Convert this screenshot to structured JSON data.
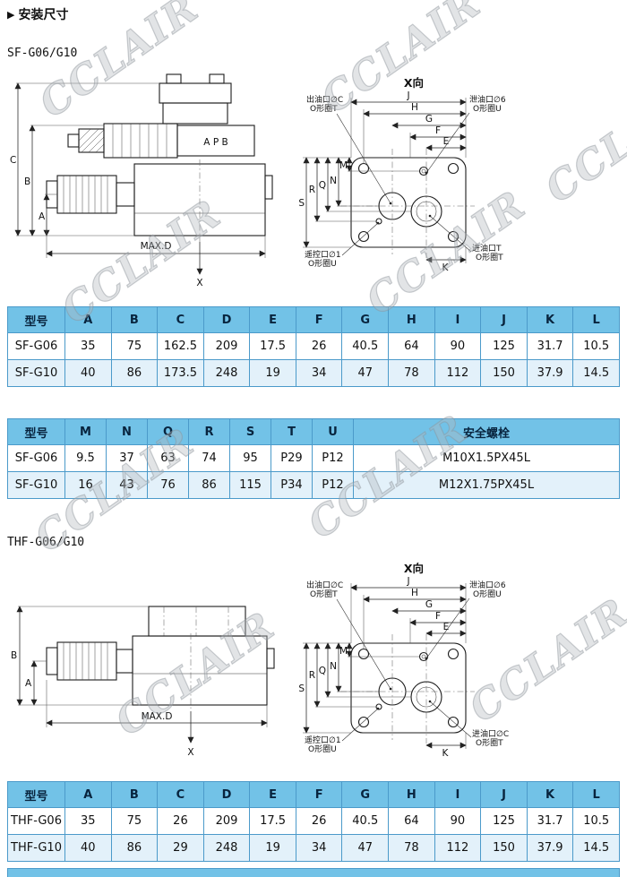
{
  "page": {
    "marker": "▶",
    "title": "安装尺寸",
    "watermark": "CCLAIR",
    "section1": "SF-G06/G10",
    "section2": "THF-G06/G10"
  },
  "drawing_sf": {
    "side": {
      "dim_c": "C",
      "dim_b": "B",
      "dim_a": "A",
      "max_d": "MAX.D",
      "x_label": "X",
      "ports_label": "A P B"
    },
    "face": {
      "view_label": "X向",
      "top_dims": [
        "J",
        "H",
        "G",
        "F",
        "E"
      ],
      "left_dims": [
        "S",
        "R",
        "Q",
        "N",
        "M"
      ],
      "bottom_dim": "K",
      "outlet_l1": "出油口∅C",
      "outlet_l2": "O形圈T",
      "drain_l1": "泄油口∅6",
      "drain_l2": "O形圈U",
      "remote_l1": "遥控口∅1",
      "remote_l2": "O形圈U",
      "inlet_l1": "进油口T",
      "inlet_l2": "O形圈T"
    }
  },
  "drawing_thf": {
    "side": {
      "dim_b": "B",
      "dim_a": "A",
      "max_d": "MAX.D",
      "x_label": "X"
    },
    "face": {
      "view_label": "X向",
      "top_dims": [
        "J",
        "H",
        "G",
        "F",
        "E"
      ],
      "left_dims": [
        "S",
        "R",
        "Q",
        "N",
        "M"
      ],
      "bottom_dim": "K",
      "outlet_l1": "出油口∅C",
      "outlet_l2": "O形圈T",
      "drain_l1": "泄油口∅6",
      "drain_l2": "O形圈U",
      "remote_l1": "遥控口∅1",
      "remote_l2": "O形圈U",
      "inlet_l1": "进油口∅C",
      "inlet_l2": "O形圈T"
    }
  },
  "table1": {
    "headers": [
      "型号",
      "A",
      "B",
      "C",
      "D",
      "E",
      "F",
      "G",
      "H",
      "I",
      "J",
      "K",
      "L"
    ],
    "rows": [
      [
        "SF-G06",
        "35",
        "75",
        "162.5",
        "209",
        "17.5",
        "26",
        "40.5",
        "64",
        "90",
        "125",
        "31.7",
        "10.5"
      ],
      [
        "SF-G10",
        "40",
        "86",
        "173.5",
        "248",
        "19",
        "34",
        "47",
        "78",
        "112",
        "150",
        "37.9",
        "14.5"
      ]
    ]
  },
  "table2": {
    "headers": [
      "型号",
      "M",
      "N",
      "Q",
      "R",
      "S",
      "T",
      "U",
      "安全螺栓"
    ],
    "rows": [
      [
        "SF-G06",
        "9.5",
        "37",
        "63",
        "74",
        "95",
        "P29",
        "P12",
        "M10X1.5PX45L"
      ],
      [
        "SF-G10",
        "16",
        "43",
        "76",
        "86",
        "115",
        "P34",
        "P12",
        "M12X1.75PX45L"
      ]
    ]
  },
  "table3": {
    "headers": [
      "型号",
      "A",
      "B",
      "C",
      "D",
      "E",
      "F",
      "G",
      "H",
      "I",
      "J",
      "K",
      "L"
    ],
    "rows": [
      [
        "THF-G06",
        "35",
        "75",
        "26",
        "209",
        "17.5",
        "26",
        "40.5",
        "64",
        "90",
        "125",
        "31.7",
        "10.5"
      ],
      [
        "THF-G10",
        "40",
        "86",
        "29",
        "248",
        "19",
        "34",
        "47",
        "78",
        "112",
        "150",
        "37.9",
        "14.5"
      ]
    ]
  }
}
